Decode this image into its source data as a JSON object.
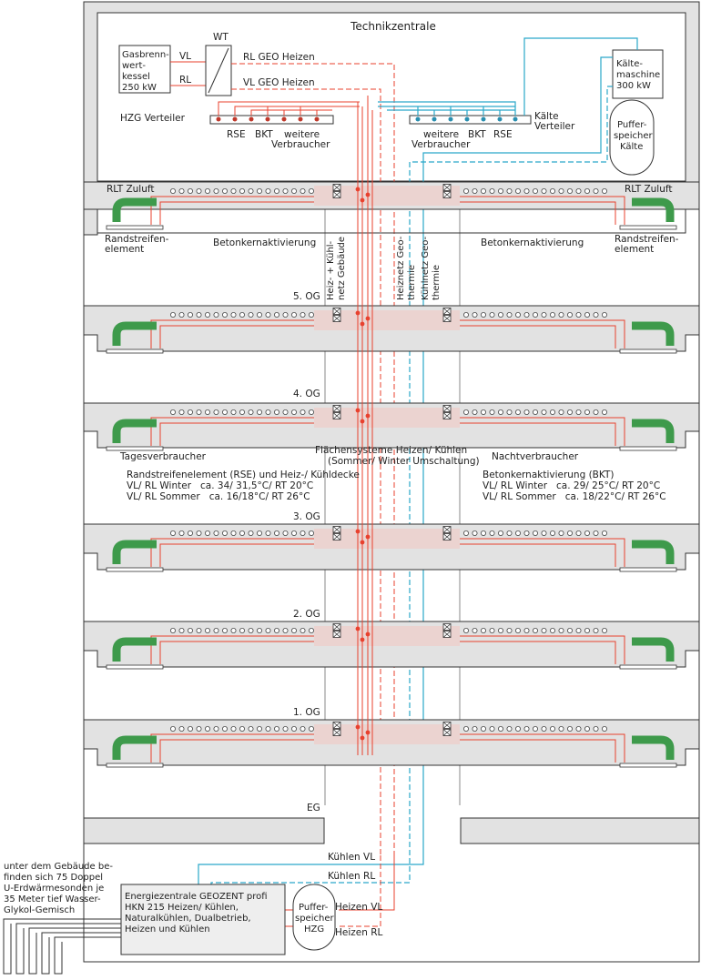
{
  "title": "Technikzentrale",
  "plant": {
    "boiler": [
      "Gasbrenn-",
      "wert-",
      "kessel",
      "250 kW"
    ],
    "wt": "WT",
    "vl": "VL",
    "rl": "RL",
    "rl_geo": "RL GEO Heizen",
    "vl_geo": "VL GEO Heizen",
    "hzg_verteiler": "HZG Verteiler",
    "heat_consumers": [
      "RSE",
      "BKT",
      "weitere",
      "Verbraucher"
    ],
    "cold_consumers": [
      "weitere",
      "Verbraucher",
      "BKT",
      "RSE"
    ],
    "kalte_verteiler": [
      "Kälte",
      "Verteiler"
    ],
    "chiller": [
      "Kälte-",
      "maschine",
      "300 kW"
    ],
    "buffer_cold": [
      "Puffer-",
      "speicher",
      "Kälte"
    ]
  },
  "floors": {
    "rlt": "RLT Zuluft",
    "rse_element": [
      "Randstreifen-",
      "element"
    ],
    "bka": "Betonkernaktivierung",
    "levels": [
      "5. OG",
      "4. OG",
      "3. OG",
      "2. OG",
      "1. OG",
      "EG"
    ],
    "risers": [
      [
        "Heiz- + Kühl-",
        "netz Gebäude"
      ],
      [
        "Heiznetz Geo-",
        "thermie"
      ],
      [
        "Kühlnetz Geo-",
        "thermie"
      ]
    ]
  },
  "legend": {
    "day": "Tagesverbraucher",
    "night": "Nachtverbraucher",
    "center": [
      "Flächensysteme Heizen/ Kühlen",
      "(Sommer/ Winter Umschaltung)"
    ],
    "left": [
      "Randstreifenelement (RSE) und Heiz-/ Kühldecke",
      "VL/ RL Winter   ca. 34/ 31,5°C/ RT 20°C",
      "VL/ RL Sommer   ca. 16/18°C/ RT 26°C"
    ],
    "right": [
      "Betonkernaktivierung (BKT)",
      "VL/ RL Winter   ca. 29/ 25°C/ RT 20°C",
      "VL/ RL Sommer   ca. 18/22°C/ RT 26°C"
    ]
  },
  "bottom": {
    "probes": [
      "unter dem Gebäude be-",
      "finden sich 75 Doppel",
      "U-Erdwärmesonden je",
      "35 Meter tief Wasser-",
      "Glykol-Gemisch"
    ],
    "geozent": [
      "Energiezentrale GEOZENT profi",
      "HKN 215 Heizen/ Kühlen,",
      "Naturalkühlen, Dualbetrieb,",
      "Heizen und Kühlen"
    ],
    "buffer_hzg": [
      "Puffer-",
      "speicher",
      "HZG"
    ],
    "kuehlen_vl": "Kühlen VL",
    "kuehlen_rl": "Kühlen RL",
    "heizen_vl": "Heizen VL",
    "heizen_rl": "Heizen RL"
  },
  "colors": {
    "heating": "#e8412e",
    "cooling": "#2aa8c9",
    "air": "#3e9a4b",
    "slab": "#e2e2e2"
  }
}
